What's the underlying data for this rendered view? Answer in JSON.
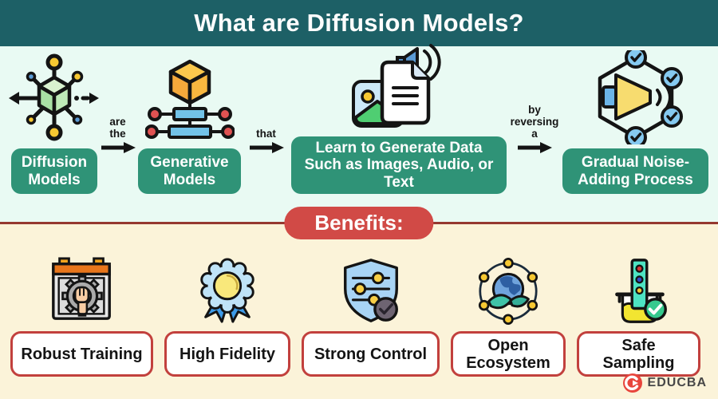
{
  "page": {
    "title": "What are Diffusion Models?"
  },
  "flow": {
    "steps": [
      {
        "label": "Diffusion Models",
        "icon": "diffusion-network-icon"
      },
      {
        "label": "Generative Models",
        "icon": "generative-hierarchy-icon"
      },
      {
        "label": "Learn to Generate Data Such as Images, Audio, or Text",
        "icon": "media-data-icon"
      },
      {
        "label": "Gradual Noise-Adding Process",
        "icon": "noise-process-icon"
      }
    ],
    "connectors": [
      "are the",
      "that",
      "by reversing a"
    ]
  },
  "benefits": {
    "heading": "Benefits:",
    "items": [
      {
        "label": "Robust Training",
        "icon": "robust-training-icon"
      },
      {
        "label": "High Fidelity",
        "icon": "high-fidelity-icon"
      },
      {
        "label": "Strong Control",
        "icon": "strong-control-icon"
      },
      {
        "label": "Open Ecosystem",
        "icon": "open-ecosystem-icon"
      },
      {
        "label": "Safe Sampling",
        "icon": "safe-sampling-icon"
      }
    ]
  },
  "branding": {
    "logo_text": "EDUCBA"
  },
  "colors": {
    "header_teal": "#1D6066",
    "mint_background": "#E9FAF3",
    "cream_background": "#FBF3D9",
    "flow_box_green": "#2F9377",
    "benefits_pill_red": "#D14A46",
    "divider_maroon": "#95382F",
    "label_border_red": "#C2403D",
    "logo_red": "#E8453C"
  }
}
